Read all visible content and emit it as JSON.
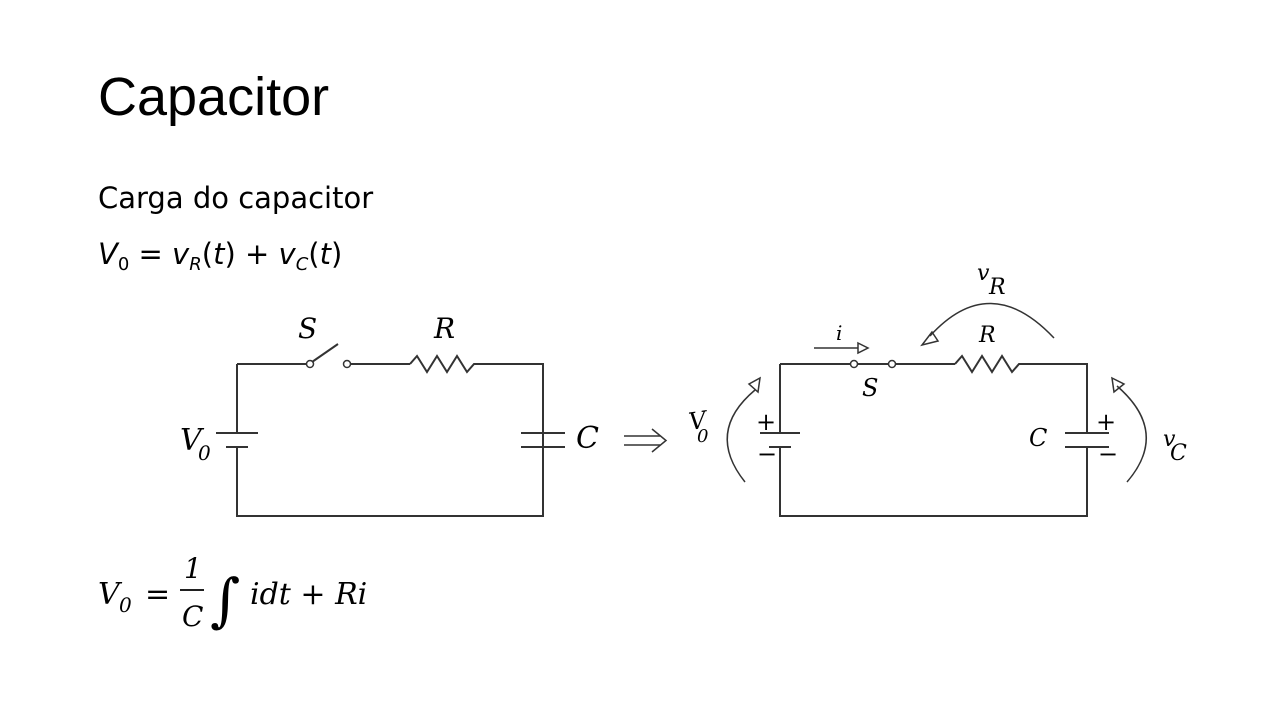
{
  "slide": {
    "title": "Capacitor",
    "subtitle": "Carga do capacitor"
  },
  "equation1": {
    "V": "V",
    "V_sub": "0",
    "eq": " = ",
    "vR": "v",
    "vR_sub": "R",
    "t1": "(t)",
    "plus": " + ",
    "vC": "v",
    "vC_sub": "C",
    "t2": "(t)"
  },
  "circuit_left": {
    "switch_label": "S",
    "resistor_label": "R",
    "source_label": "V",
    "source_sub": "0",
    "capacitor_label": "C"
  },
  "arrow": "⟹",
  "circuit_right": {
    "current_label": "i",
    "switch_label": "S",
    "resistor_label": "R",
    "vR_label": "v",
    "vR_sub": "R",
    "source_label": "V",
    "source_sub": "0",
    "capacitor_label": "C",
    "vC_label": "v",
    "vC_sub": "C",
    "plus": "+",
    "minus": "−"
  },
  "equation2": {
    "lhs": "V",
    "lhs_sub": "0",
    "equals": "=",
    "num": "1",
    "den": "C",
    "integral": "∫",
    "rhs1": "idt + Ri"
  }
}
